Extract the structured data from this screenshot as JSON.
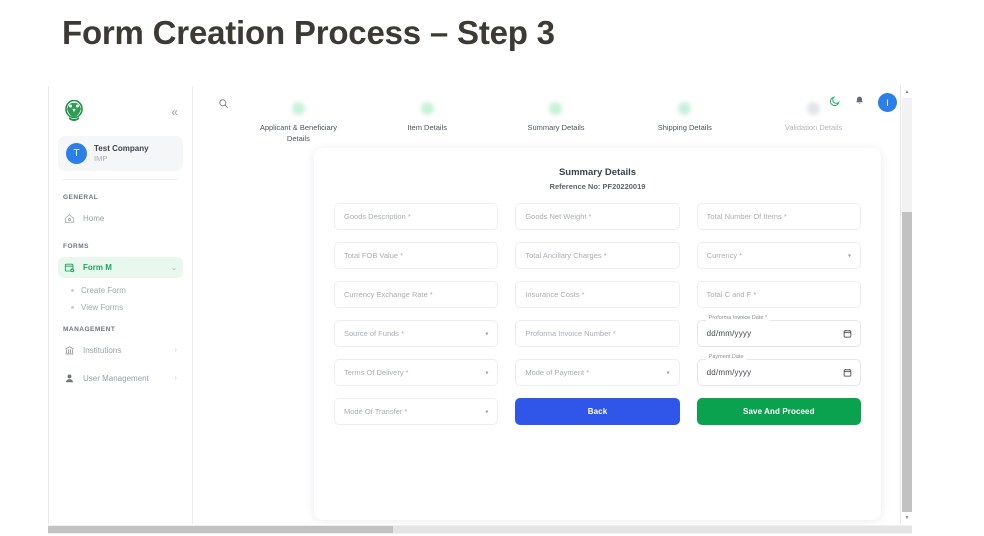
{
  "slide": {
    "title": "Form Creation Process – Step 3"
  },
  "sidebar": {
    "logo_icon": "coat-of-arms-logo",
    "collapse_icon": "chevron-double-left-icon",
    "company": {
      "avatar_initial": "T",
      "name": "Test Company",
      "subtitle": "IMP"
    },
    "groups": [
      {
        "label": "GENERAL",
        "items": [
          {
            "label": "Home",
            "icon": "home-icon",
            "active": false,
            "chevron": ""
          }
        ]
      },
      {
        "label": "FORMS",
        "items": [
          {
            "label": "Form M",
            "icon": "form-m-icon",
            "active": true,
            "chevron": "⌄"
          }
        ],
        "subitems": [
          {
            "label": "Create Form"
          },
          {
            "label": "View Forms"
          }
        ]
      },
      {
        "label": "MANAGEMENT",
        "items": [
          {
            "label": "Institutions",
            "icon": "bank-icon",
            "active": false,
            "chevron": "›"
          },
          {
            "label": "User Management",
            "icon": "user-icon",
            "active": false,
            "chevron": "›"
          }
        ]
      }
    ]
  },
  "topbar": {
    "search_icon": "search-icon",
    "theme_icon": "moon-icon",
    "notification_icon": "bell-icon",
    "avatar_initial": "I"
  },
  "stepper": {
    "steps": [
      {
        "label": "Applicant & Beneficiary Details",
        "state": "done"
      },
      {
        "label": "Item Details",
        "state": "done"
      },
      {
        "label": "Summary Details",
        "state": "current"
      },
      {
        "label": "Shipping Details",
        "state": "done"
      },
      {
        "label": "Validation Details",
        "state": "inactive"
      }
    ]
  },
  "form": {
    "heading": "Summary Details",
    "reference": "Reference No: PF20220019",
    "fields": [
      {
        "type": "text",
        "placeholder": "Goods Description *"
      },
      {
        "type": "text",
        "placeholder": "Goods Net Weight *"
      },
      {
        "type": "text",
        "placeholder": "Total Number Of Items *"
      },
      {
        "type": "text",
        "placeholder": "Total FOB Value *"
      },
      {
        "type": "text",
        "placeholder": "Total Ancillary Charges *"
      },
      {
        "type": "select",
        "placeholder": "Currency *",
        "caret": "▾"
      },
      {
        "type": "text",
        "placeholder": "Currency Exchange Rate *"
      },
      {
        "type": "text",
        "placeholder": "Insurance Costs *"
      },
      {
        "type": "text",
        "placeholder": "Total C and F *"
      },
      {
        "type": "select",
        "placeholder": "Source of Funds *",
        "caret": "▾"
      },
      {
        "type": "text",
        "placeholder": "Proforma Invoice Number *"
      },
      {
        "type": "date",
        "label": "Proforma Invoice Date *",
        "value": "dd/mm/yyyy"
      },
      {
        "type": "select",
        "placeholder": "Terms Of Delivery *",
        "caret": "▾"
      },
      {
        "type": "select",
        "placeholder": "Mode of Payment *",
        "caret": "▾"
      },
      {
        "type": "date",
        "label": "Payment Date",
        "value": "dd/mm/yyyy"
      },
      {
        "type": "select",
        "placeholder": "Mode Of Transfer *",
        "caret": "▾"
      }
    ],
    "buttons": {
      "back": "Back",
      "proceed": "Save And Proceed"
    }
  },
  "colors": {
    "accent_green": "#0aa24f",
    "accent_blue": "#2f56e8",
    "avatar_blue": "#2a7fe8",
    "active_nav_bg": "#e9f8ef",
    "title_text": "#3d3935"
  }
}
